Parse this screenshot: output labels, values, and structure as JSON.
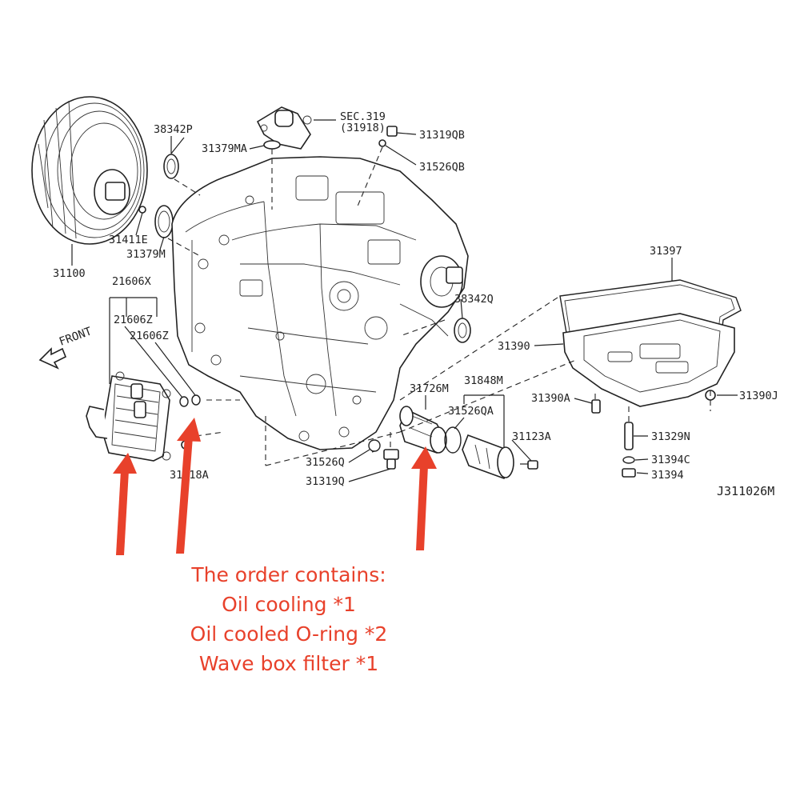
{
  "diagram": {
    "labels": {
      "p31100": "31100",
      "p38342P": "38342P",
      "p31379MA": "31379MA",
      "p31411E": "31411E",
      "p31379M": "31379M",
      "sec319": "SEC.319",
      "sec319b": "(31918)",
      "p31319QB": "31319QB",
      "p31526QB": "31526QB",
      "p21606X": "21606X",
      "p21606Z_a": "21606Z",
      "p21606Z_b": "21606Z",
      "front": "FRONT",
      "p3118A": "31118A",
      "p31526Q": "31526Q",
      "p31319Q": "31319Q",
      "p31726M": "31726M",
      "p31848M": "31848M",
      "p31526QA": "31526QA",
      "p31123A": "31123A",
      "p38342Q": "38342Q",
      "p31397": "31397",
      "p31390": "31390",
      "p31390A": "31390A",
      "p31390J": "31390J",
      "p31329N": "31329N",
      "p31394C": "31394C",
      "p31394": "31394",
      "code": "J311026M"
    },
    "accent_color": "#e8412b"
  },
  "note": {
    "line1": "The order contains:",
    "line2": "Oil cooling *1",
    "line3": "Oil cooled O-ring *2",
    "line4": "Wave box filter *1"
  }
}
